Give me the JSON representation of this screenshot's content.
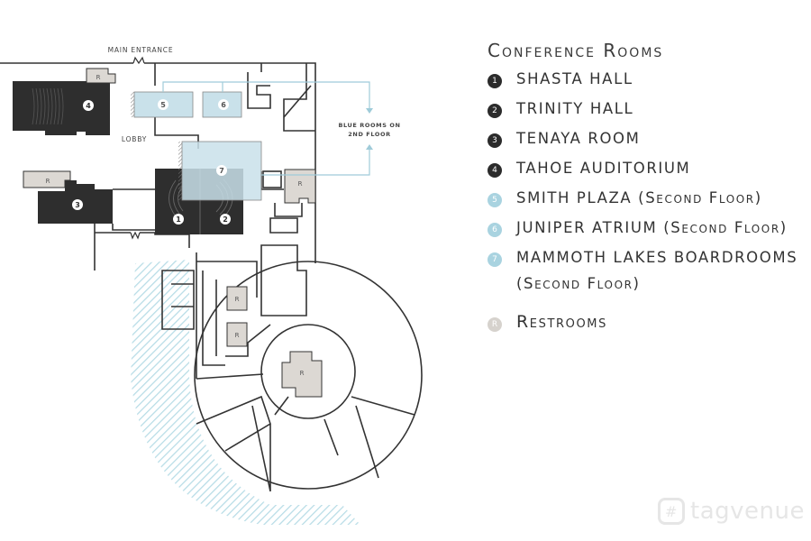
{
  "map": {
    "main_entrance_label": "MAIN ENTRANCE",
    "lobby_label": "LOBBY",
    "blue_rooms_note": [
      "BLUE ROOMS ON",
      "2ND FLOOR"
    ],
    "room_numbers": [
      "1",
      "2",
      "3",
      "4",
      "5",
      "6",
      "7"
    ],
    "restroom_marker": "R"
  },
  "legend": {
    "title": "Conference Rooms",
    "items": [
      {
        "num": "1",
        "name": "SHASTA HALL",
        "suffix": "",
        "color": "#2b2b2b"
      },
      {
        "num": "2",
        "name": "TRINITY HALL",
        "suffix": "",
        "color": "#2b2b2b"
      },
      {
        "num": "3",
        "name": "TENAYA ROOM",
        "suffix": "",
        "color": "#2b2b2b"
      },
      {
        "num": "4",
        "name": "TAHOE AUDITORIUM",
        "suffix": "",
        "color": "#2b2b2b"
      },
      {
        "num": "5",
        "name": "SMITH PLAZA",
        "suffix": "(Second Floor)",
        "color": "#a9d3e0"
      },
      {
        "num": "6",
        "name": "JUNIPER ATRIUM",
        "suffix": "(Second Floor)",
        "color": "#a9d3e0"
      },
      {
        "num": "7",
        "name": "MAMMOTH LAKES BOARDROOMS",
        "suffix": "(Second Floor)",
        "color": "#a9d3e0"
      }
    ],
    "restrooms": {
      "marker": "R",
      "label": "Restrooms",
      "color": "#d6d2cd"
    }
  },
  "colors": {
    "dark_room": "#2e2e2e",
    "blue_room": "#c9e1ea",
    "restroom": "#dcd8d3",
    "water": "#b7dce6",
    "arrow": "#9fcbd9"
  },
  "watermark": {
    "text": "tagvenue"
  }
}
